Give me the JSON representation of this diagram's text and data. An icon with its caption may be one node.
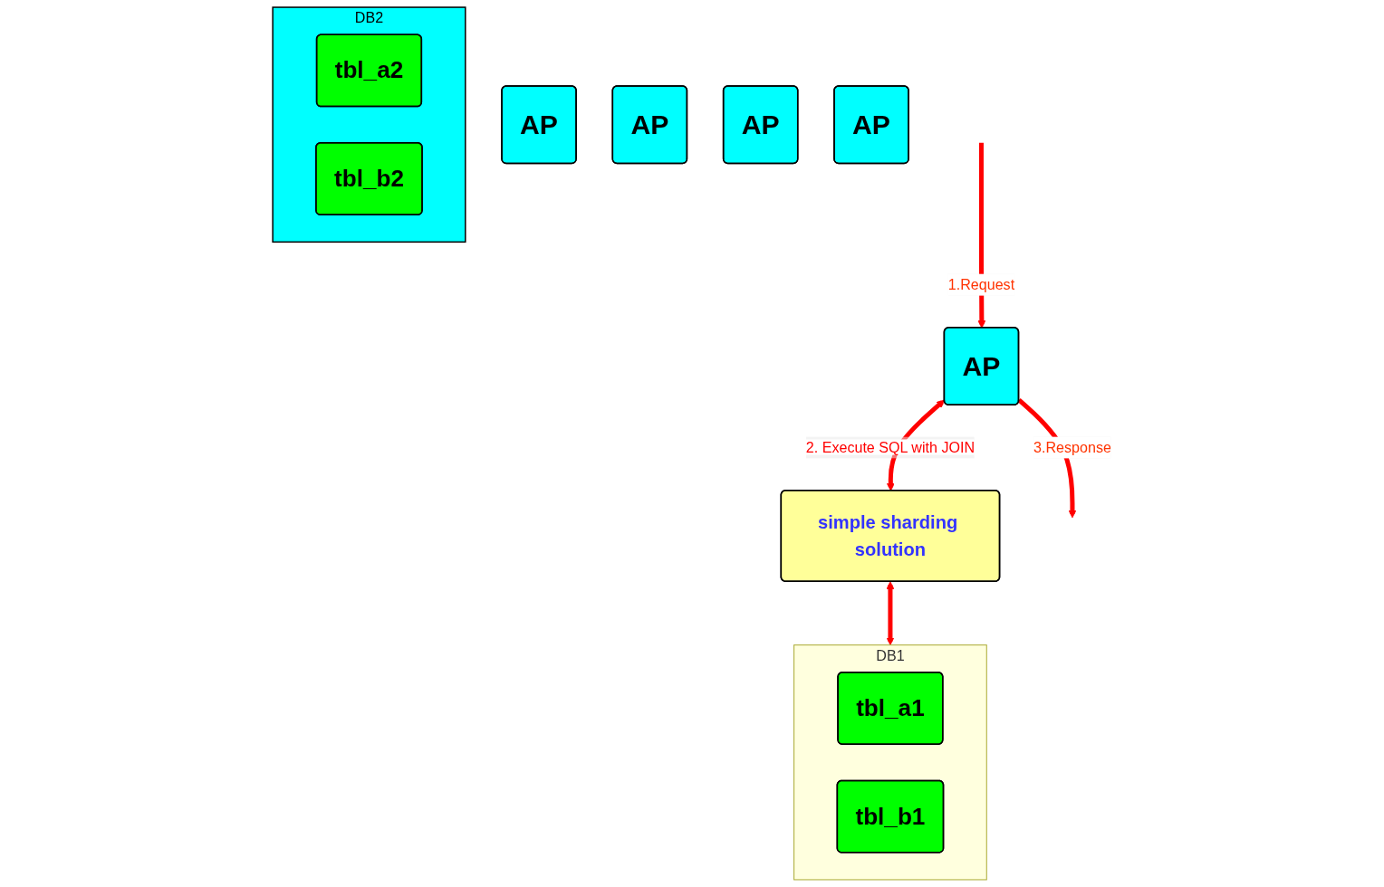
{
  "diagram": {
    "nodes": [
      {
        "text": [
          "AP"
        ]
      },
      {
        "text": [
          "AP"
        ]
      },
      {
        "text": [
          "AP"
        ]
      },
      {
        "text": [
          "AP"
        ]
      },
      {
        "text": [
          "AP"
        ]
      },
      {
        "text": [
          "simple sharding solution"
        ]
      },
      {
        "text": [
          "DB1"
        ]
      },
      {
        "text": [
          "tbl_a1"
        ],
        "in": 6
      },
      {
        "text": [
          "tbl_b1"
        ],
        "in": 6
      },
      {
        "text": [
          "DB2"
        ]
      },
      {
        "text": [
          "tbl_a2"
        ],
        "in": 9
      },
      {
        "text": [
          "tbl_b2"
        ],
        "in": 9
      }
    ],
    "edges": [
      {
        "from": null,
        "to": 2,
        "arrow": "to",
        "label": "1.Request"
      },
      {
        "from": 2,
        "to": null,
        "arrow": "to",
        "label": "3.Response"
      },
      {
        "from": 2,
        "to": 5,
        "arrow": "both",
        "label": "2. Execute SQL with JOIN"
      },
      {
        "from": 5,
        "to": 6,
        "arrow": "both"
      }
    ]
  }
}
